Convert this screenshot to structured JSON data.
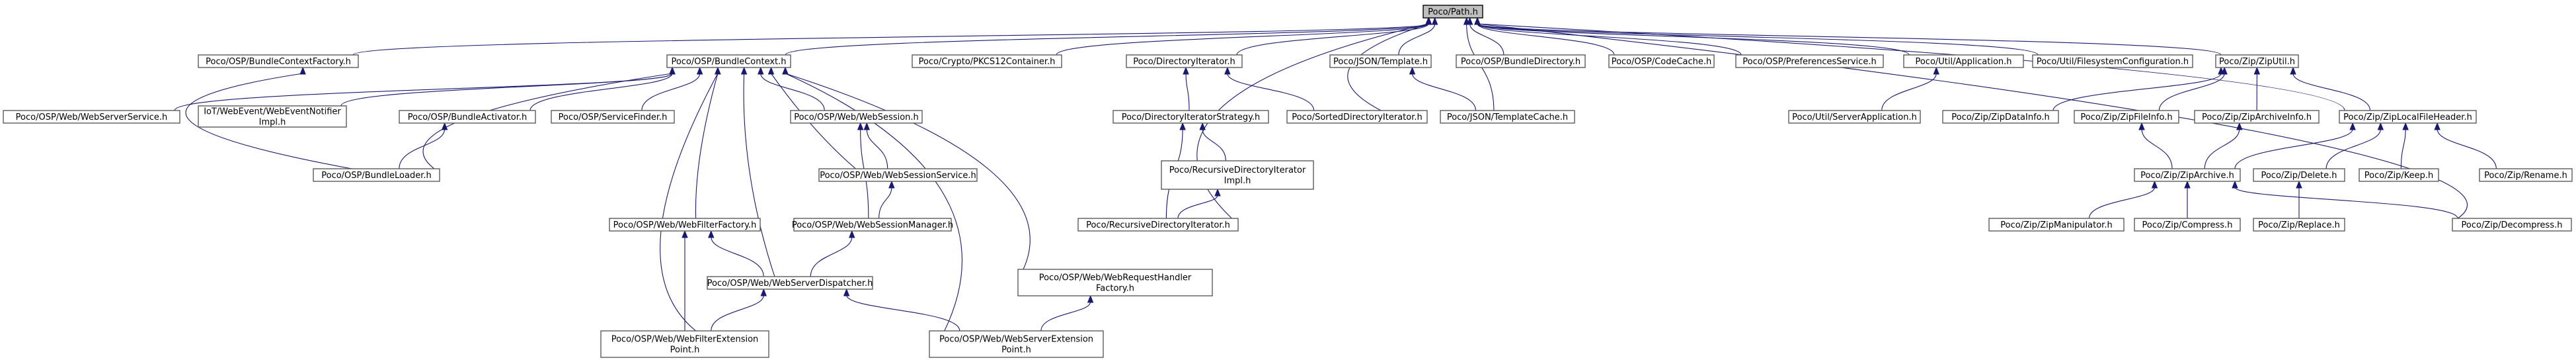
{
  "diagram": {
    "type": "include-dependency-graph",
    "colors": {
      "edge": "#191970",
      "root_fill": "#bfbfbf",
      "node_border": "#5a5a5a"
    },
    "nodes": [
      {
        "id": "path",
        "label": [
          "Poco/Path.h"
        ],
        "root": true
      },
      {
        "id": "bcf",
        "label": [
          "Poco/OSP/BundleContextFactory.h"
        ]
      },
      {
        "id": "bc",
        "label": [
          "Poco/OSP/BundleContext.h"
        ]
      },
      {
        "id": "pkcs",
        "label": [
          "Poco/Crypto/PKCS12Container.h"
        ]
      },
      {
        "id": "diri",
        "label": [
          "Poco/DirectoryIterator.h"
        ]
      },
      {
        "id": "jsont",
        "label": [
          "Poco/JSON/Template.h"
        ]
      },
      {
        "id": "bdir",
        "label": [
          "Poco/OSP/BundleDirectory.h"
        ]
      },
      {
        "id": "ccache",
        "label": [
          "Poco/OSP/CodeCache.h"
        ]
      },
      {
        "id": "prefs",
        "label": [
          "Poco/OSP/PreferencesService.h"
        ]
      },
      {
        "id": "uapp",
        "label": [
          "Poco/Util/Application.h"
        ]
      },
      {
        "id": "ufs",
        "label": [
          "Poco/Util/FilesystemConfiguration.h"
        ]
      },
      {
        "id": "zipu",
        "label": [
          "Poco/Zip/ZipUtil.h"
        ]
      },
      {
        "id": "wws",
        "label": [
          "Poco/OSP/Web/WebServerService.h"
        ]
      },
      {
        "id": "iot",
        "label": [
          "IoT/WebEvent/WebEventNotifier",
          "Impl.h"
        ]
      },
      {
        "id": "bact",
        "label": [
          "Poco/OSP/BundleActivator.h"
        ]
      },
      {
        "id": "sfind",
        "label": [
          "Poco/OSP/ServiceFinder.h"
        ]
      },
      {
        "id": "wsess",
        "label": [
          "Poco/OSP/Web/WebSession.h"
        ]
      },
      {
        "id": "dis",
        "label": [
          "Poco/DirectoryIteratorStrategy.h"
        ]
      },
      {
        "id": "sdi",
        "label": [
          "Poco/SortedDirectoryIterator.h"
        ]
      },
      {
        "id": "jtc",
        "label": [
          "Poco/JSON/TemplateCache.h"
        ]
      },
      {
        "id": "usa",
        "label": [
          "Poco/Util/ServerApplication.h"
        ]
      },
      {
        "id": "zdi",
        "label": [
          "Poco/Zip/ZipDataInfo.h"
        ]
      },
      {
        "id": "zfi",
        "label": [
          "Poco/Zip/ZipFileInfo.h"
        ]
      },
      {
        "id": "zai",
        "label": [
          "Poco/Zip/ZipArchiveInfo.h"
        ]
      },
      {
        "id": "zlfh",
        "label": [
          "Poco/Zip/ZipLocalFileHeader.h"
        ]
      },
      {
        "id": "bload",
        "label": [
          "Poco/OSP/BundleLoader.h"
        ]
      },
      {
        "id": "wss",
        "label": [
          "Poco/OSP/Web/WebSessionService.h"
        ]
      },
      {
        "id": "rdii",
        "label": [
          "Poco/RecursiveDirectoryIterator",
          "Impl.h"
        ]
      },
      {
        "id": "zarch",
        "label": [
          "Poco/Zip/ZipArchive.h"
        ]
      },
      {
        "id": "zdel",
        "label": [
          "Poco/Zip/Delete.h"
        ]
      },
      {
        "id": "zkeep",
        "label": [
          "Poco/Zip/Keep.h"
        ]
      },
      {
        "id": "zren",
        "label": [
          "Poco/Zip/Rename.h"
        ]
      },
      {
        "id": "wff",
        "label": [
          "Poco/OSP/Web/WebFilterFactory.h"
        ]
      },
      {
        "id": "wsm",
        "label": [
          "Poco/OSP/Web/WebSessionManager.h"
        ]
      },
      {
        "id": "rdi",
        "label": [
          "Poco/RecursiveDirectoryIterator.h"
        ]
      },
      {
        "id": "zman",
        "label": [
          "Poco/Zip/ZipManipulator.h"
        ]
      },
      {
        "id": "zcomp",
        "label": [
          "Poco/Zip/Compress.h"
        ]
      },
      {
        "id": "zrepl",
        "label": [
          "Poco/Zip/Replace.h"
        ]
      },
      {
        "id": "zdecomp",
        "label": [
          "Poco/Zip/Decompress.h"
        ]
      },
      {
        "id": "wrhf",
        "label": [
          "Poco/OSP/Web/WebRequestHandler",
          "Factory.h"
        ]
      },
      {
        "id": "wsd",
        "label": [
          "Poco/OSP/Web/WebServerDispatcher.h"
        ]
      },
      {
        "id": "wfep",
        "label": [
          "Poco/OSP/Web/WebFilterExtension",
          "Point.h"
        ]
      },
      {
        "id": "wsep",
        "label": [
          "Poco/OSP/Web/WebServerExtension",
          "Point.h"
        ]
      }
    ],
    "edges": [
      [
        "bcf",
        "path"
      ],
      [
        "bc",
        "path"
      ],
      [
        "pkcs",
        "path"
      ],
      [
        "diri",
        "path"
      ],
      [
        "jsont",
        "path"
      ],
      [
        "bdir",
        "path"
      ],
      [
        "ccache",
        "path"
      ],
      [
        "prefs",
        "path"
      ],
      [
        "uapp",
        "path"
      ],
      [
        "ufs",
        "path"
      ],
      [
        "zipu",
        "path"
      ],
      [
        "zlfh",
        "path"
      ],
      [
        "sdi",
        "path"
      ],
      [
        "jtc",
        "path"
      ],
      [
        "rdi",
        "path"
      ],
      [
        "zdecomp",
        "path"
      ],
      [
        "bload",
        "bcf"
      ],
      [
        "wws",
        "bc"
      ],
      [
        "iot",
        "bc"
      ],
      [
        "bact",
        "bc"
      ],
      [
        "sfind",
        "bc"
      ],
      [
        "wsess",
        "bc"
      ],
      [
        "wss",
        "bc"
      ],
      [
        "bload",
        "bc"
      ],
      [
        "wff",
        "bc"
      ],
      [
        "wsd",
        "bc"
      ],
      [
        "wfep",
        "bc"
      ],
      [
        "wsep",
        "bc"
      ],
      [
        "wrhf",
        "bc"
      ],
      [
        "bload",
        "bact"
      ],
      [
        "wss",
        "wsess"
      ],
      [
        "wsm",
        "wsess"
      ],
      [
        "wsm",
        "wss"
      ],
      [
        "wsd",
        "wsm"
      ],
      [
        "wsd",
        "wff"
      ],
      [
        "wfep",
        "wff"
      ],
      [
        "wfep",
        "wsd"
      ],
      [
        "wsep",
        "wsd"
      ],
      [
        "wsep",
        "wrhf"
      ],
      [
        "dis",
        "diri"
      ],
      [
        "sdi",
        "diri"
      ],
      [
        "rdi",
        "dis"
      ],
      [
        "rdii",
        "dis"
      ],
      [
        "rdi",
        "rdii"
      ],
      [
        "jtc",
        "jsont"
      ],
      [
        "usa",
        "uapp"
      ],
      [
        "zdi",
        "zipu"
      ],
      [
        "zfi",
        "zipu"
      ],
      [
        "zai",
        "zipu"
      ],
      [
        "zlfh",
        "zipu"
      ],
      [
        "zarch",
        "zfi"
      ],
      [
        "zarch",
        "zai"
      ],
      [
        "zarch",
        "zlfh"
      ],
      [
        "zdel",
        "zlfh"
      ],
      [
        "zkeep",
        "zlfh"
      ],
      [
        "zren",
        "zlfh"
      ],
      [
        "zman",
        "zarch"
      ],
      [
        "zcomp",
        "zarch"
      ],
      [
        "zdecomp",
        "zarch"
      ],
      [
        "zrepl",
        "zdel"
      ]
    ]
  }
}
